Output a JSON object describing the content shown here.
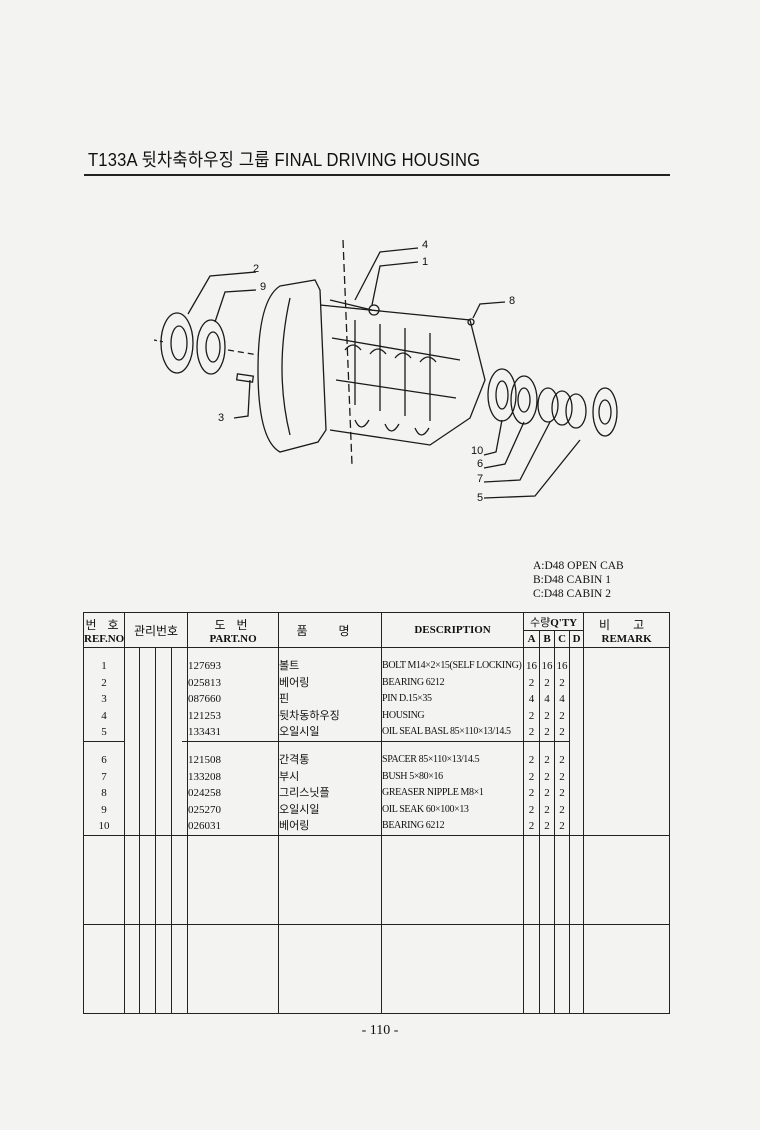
{
  "title": "T133A 뒷차축하우징 그룹 FINAL DRIVING HOUSING",
  "callouts": [
    "4",
    "1",
    "2",
    "9",
    "8",
    "3",
    "10",
    "6",
    "7",
    "5"
  ],
  "models": [
    "A:D48 OPEN CAB",
    "B:D48 CABIN 1",
    "C:D48 CABIN 2"
  ],
  "headers": {
    "ref_k": "번 호",
    "ref_e": "REF.NO",
    "mgmt": "관리번호",
    "part_k": "도 번",
    "part_e": "PART.NO",
    "name": "품 명",
    "desc": "DESCRIPTION",
    "qty_k": "수량",
    "qty_e": "Q'TY",
    "a": "A",
    "b": "B",
    "c": "C",
    "d": "D",
    "remark_k": "비 고",
    "remark_e": "REMARK"
  },
  "rows": [
    {
      "ref": "1",
      "part": "127693",
      "name": "볼트",
      "desc": "BOLT M14×2×15(SELF LOCKING)",
      "a": "16",
      "b": "16",
      "c": "16"
    },
    {
      "ref": "2",
      "part": "025813",
      "name": "베어링",
      "desc": "BEARING 6212",
      "a": "2",
      "b": "2",
      "c": "2"
    },
    {
      "ref": "3",
      "part": "087660",
      "name": "핀",
      "desc": "PIN D.15×35",
      "a": "4",
      "b": "4",
      "c": "4"
    },
    {
      "ref": "4",
      "part": "121253",
      "name": "뒷차동하우징",
      "desc": "HOUSING",
      "a": "2",
      "b": "2",
      "c": "2"
    },
    {
      "ref": "5",
      "part": "133431",
      "name": "오일시일",
      "desc": "OIL SEAL BASL 85×110×13/14.5",
      "a": "2",
      "b": "2",
      "c": "2"
    },
    {
      "ref": "6",
      "part": "121508",
      "name": "간격통",
      "desc": "SPACER 85×110×13/14.5",
      "a": "2",
      "b": "2",
      "c": "2"
    },
    {
      "ref": "7",
      "part": "133208",
      "name": "부시",
      "desc": "BUSH 5×80×16",
      "a": "2",
      "b": "2",
      "c": "2"
    },
    {
      "ref": "8",
      "part": "024258",
      "name": "그리스닛플",
      "desc": "GREASER NIPPLE M8×1",
      "a": "2",
      "b": "2",
      "c": "2"
    },
    {
      "ref": "9",
      "part": "025270",
      "name": "오일시일",
      "desc": "OIL SEAK 60×100×13",
      "a": "2",
      "b": "2",
      "c": "2"
    },
    {
      "ref": "10",
      "part": "026031",
      "name": "베어링",
      "desc": "BEARING 6212",
      "a": "2",
      "b": "2",
      "c": "2"
    }
  ],
  "page_number": "- 110 -"
}
